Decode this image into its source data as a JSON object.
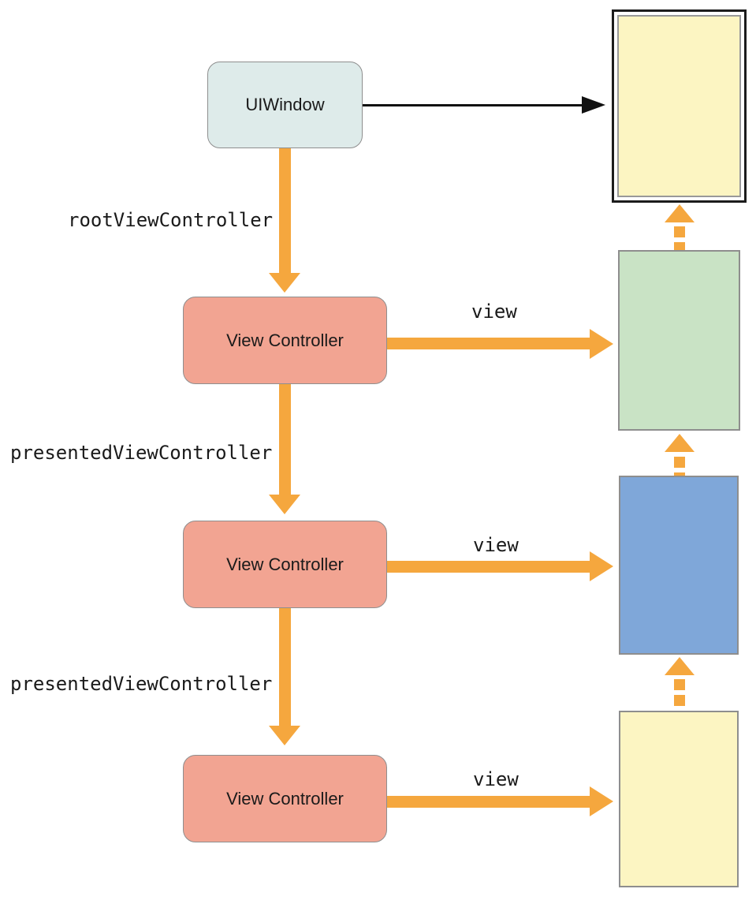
{
  "diagram": {
    "nodes": {
      "uiwindow": {
        "label": "UIWindow"
      },
      "view_controller_1": {
        "label": "View Controller"
      },
      "view_controller_2": {
        "label": "View Controller"
      },
      "view_controller_3": {
        "label": "View Controller"
      }
    },
    "edges": {
      "root_view_controller": {
        "label": "rootViewController"
      },
      "presented_view_controller_1": {
        "label": "presentedViewController"
      },
      "presented_view_controller_2": {
        "label": "presentedViewController"
      },
      "view_1": {
        "label": "view"
      },
      "view_2": {
        "label": "view"
      },
      "view_3": {
        "label": "view"
      }
    },
    "colors": {
      "orange": "#F5A73E",
      "uiwindow_fill": "#DEEBEA",
      "controller_fill": "#F2A492",
      "root_view_fill": "#C9E3C5",
      "presented_view_1_fill": "#7FA7D9",
      "presented_view_2_fill": "#FCF5C2",
      "window_view_fill": "#FCF5C2",
      "box_border": "#8E8E8E",
      "window_frame_border": "#1C1C1C",
      "black_arrow": "#111111",
      "label_color": "#1A1A1A"
    }
  }
}
